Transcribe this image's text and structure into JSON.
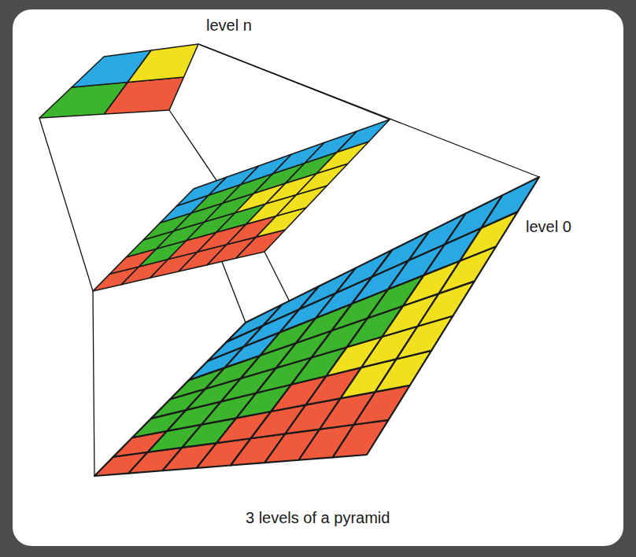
{
  "diagram": {
    "caption": "3 levels of a pyramid",
    "labels": [
      "level n",
      "level 0"
    ]
  }
}
